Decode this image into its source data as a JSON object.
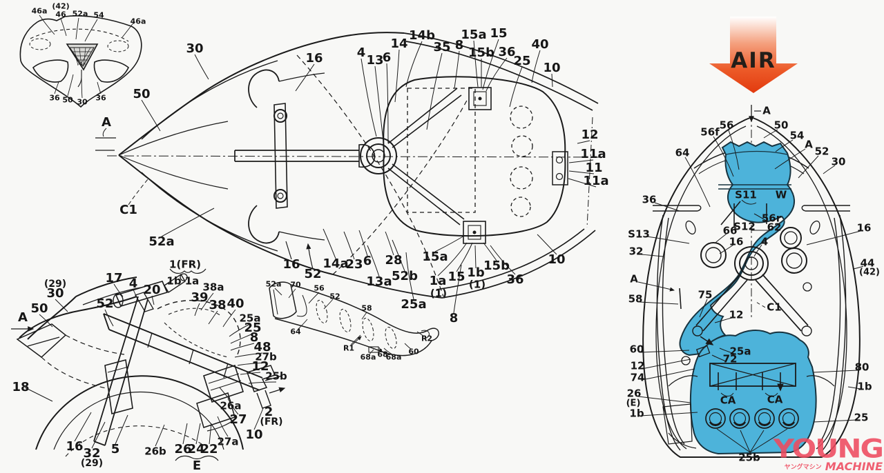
{
  "colors": {
    "highlight": "#4db3da",
    "highlight_edge": "#19242b",
    "line": "#1a1a1a",
    "air_gradient_top": "#ffffff",
    "air_gradient_mid": "#f07a4a",
    "air_gradient_bottom": "#e23a0e",
    "logo_red": "#ee4b5f"
  },
  "air_arrow": {
    "text": "AIR"
  },
  "logo": {
    "title": "YOUNG",
    "subtitle_jp": "ヤングマシン",
    "subtitle_en": "MACHINE"
  },
  "figures": [
    {
      "name": "front-fairing-detail",
      "font": 11,
      "labels": [
        [
          "46a",
          57,
          16
        ],
        [
          "(42)",
          88,
          9
        ],
        [
          "46",
          88,
          21
        ],
        [
          "52a",
          116,
          20
        ],
        [
          "54",
          143,
          22
        ],
        [
          "46a",
          200,
          31
        ],
        [
          "36",
          79,
          142
        ],
        [
          "50",
          98,
          145
        ],
        [
          "30",
          119,
          148
        ],
        [
          "36",
          146,
          142
        ]
      ]
    },
    {
      "name": "top-view",
      "font": 18,
      "labels": [
        [
          "30",
          282,
          71
        ],
        [
          "16",
          455,
          85
        ],
        [
          "4",
          523,
          77
        ],
        [
          "13",
          543,
          88
        ],
        [
          "6",
          560,
          84
        ],
        [
          "14",
          578,
          64
        ],
        [
          "14b",
          611,
          52
        ],
        [
          "35",
          640,
          69
        ],
        [
          "8",
          665,
          66
        ],
        [
          "15a",
          686,
          51
        ],
        [
          "15",
          722,
          49
        ],
        [
          "15b",
          697,
          77
        ],
        [
          "36",
          734,
          76
        ],
        [
          "25",
          756,
          89
        ],
        [
          "40",
          782,
          65
        ],
        [
          "10",
          799,
          99
        ],
        [
          "12",
          854,
          196
        ],
        [
          "11a",
          859,
          224
        ],
        [
          "11",
          860,
          244
        ],
        [
          "11a",
          863,
          263
        ],
        [
          "10",
          806,
          377
        ],
        [
          "50",
          205,
          137
        ],
        [
          "A",
          154,
          178
        ],
        [
          "C1",
          186,
          305
        ],
        [
          "52a",
          234,
          351
        ],
        [
          "16",
          422,
          384
        ],
        [
          "52",
          453,
          398
        ],
        [
          "14a",
          486,
          383
        ],
        [
          "23",
          513,
          384
        ],
        [
          "6",
          532,
          379
        ],
        [
          "28",
          570,
          378
        ],
        [
          "13a",
          549,
          409
        ],
        [
          "52b",
          586,
          401
        ],
        [
          "25a",
          599,
          442
        ],
        [
          "8",
          657,
          462
        ],
        [
          "15a",
          630,
          373
        ],
        [
          "1a",
          634,
          408
        ],
        [
          "(1)",
          635,
          426,
          15
        ],
        [
          "15",
          661,
          402
        ],
        [
          "1b",
          689,
          396
        ],
        [
          "(1)",
          691,
          413,
          15
        ],
        [
          "15b",
          719,
          386
        ],
        [
          "36",
          746,
          406
        ]
      ]
    },
    {
      "name": "side-view",
      "font": 18,
      "labels": [
        [
          "1(FR)",
          268,
          384,
          15
        ],
        [
          "1b",
          252,
          408,
          15
        ],
        [
          "1a",
          278,
          408,
          15
        ],
        [
          "(29)",
          80,
          412,
          14
        ],
        [
          "30",
          80,
          426
        ],
        [
          "50",
          57,
          448
        ],
        [
          "A",
          33,
          461
        ],
        [
          "17",
          165,
          404
        ],
        [
          "4",
          193,
          412
        ],
        [
          "20",
          220,
          421
        ],
        [
          "52",
          152,
          441
        ],
        [
          "38a",
          309,
          417,
          15
        ],
        [
          "39",
          289,
          432
        ],
        [
          "38",
          315,
          443
        ],
        [
          "40",
          341,
          441
        ],
        [
          "25a",
          362,
          462,
          15
        ],
        [
          "25",
          366,
          476
        ],
        [
          "8",
          368,
          490
        ],
        [
          "48",
          380,
          504
        ],
        [
          "27b",
          385,
          518,
          15
        ],
        [
          "12",
          377,
          532
        ],
        [
          "25b",
          400,
          546,
          15
        ],
        [
          "18",
          30,
          562
        ],
        [
          "16",
          108,
          648
        ],
        [
          "32",
          133,
          658
        ],
        [
          "(29)",
          133,
          672,
          14
        ],
        [
          "5",
          167,
          652
        ],
        [
          "26b",
          225,
          655,
          15
        ],
        [
          "26",
          265,
          652
        ],
        [
          "24",
          284,
          652
        ],
        [
          "22",
          303,
          652
        ],
        [
          "E",
          285,
          676
        ],
        [
          "27a",
          330,
          641,
          15
        ],
        [
          "27",
          345,
          609
        ],
        [
          "10",
          368,
          631
        ],
        [
          "26a",
          334,
          589,
          15
        ],
        [
          "2",
          389,
          598
        ],
        [
          "(FR)",
          393,
          612,
          14
        ]
      ]
    },
    {
      "name": "duct-part",
      "font": 11,
      "labels": [
        [
          "52a",
          396,
          412
        ],
        [
          "70",
          428,
          413
        ],
        [
          "56",
          462,
          418
        ],
        [
          "52",
          485,
          430
        ],
        [
          "58",
          531,
          447
        ],
        [
          "64",
          428,
          481
        ],
        [
          "R1",
          505,
          505
        ],
        [
          "R2",
          618,
          491
        ],
        [
          "68a",
          533,
          518
        ],
        [
          "68",
          554,
          514
        ],
        [
          "68a",
          570,
          518
        ],
        [
          "60",
          599,
          510
        ]
      ]
    },
    {
      "name": "cross-section",
      "font": 15,
      "labels": [
        [
          "A",
          1110,
          161
        ],
        [
          "56f",
          1028,
          192
        ],
        [
          "56",
          1052,
          182
        ],
        [
          "50",
          1131,
          182
        ],
        [
          "54",
          1154,
          197
        ],
        [
          "A",
          1171,
          210
        ],
        [
          "52",
          1190,
          220
        ],
        [
          "64",
          988,
          222
        ],
        [
          "30",
          1214,
          235
        ],
        [
          "36",
          940,
          290
        ],
        [
          "S11",
          1080,
          283
        ],
        [
          "W",
          1131,
          283
        ],
        [
          "56r",
          1117,
          317
        ],
        [
          "62",
          1121,
          330
        ],
        [
          "S13",
          925,
          340
        ],
        [
          "S12",
          1078,
          329
        ],
        [
          "66",
          1057,
          335
        ],
        [
          "16",
          1066,
          351
        ],
        [
          "4",
          1107,
          351
        ],
        [
          "32",
          921,
          365
        ],
        [
          "16",
          1251,
          331
        ],
        [
          "44",
          1256,
          382
        ],
        [
          "(42)",
          1259,
          395,
          13
        ],
        [
          "A",
          918,
          405
        ],
        [
          "58",
          920,
          434
        ],
        [
          "75",
          1021,
          428
        ],
        [
          "12",
          1066,
          457
        ],
        [
          "C1",
          1121,
          446
        ],
        [
          "60",
          922,
          507
        ],
        [
          "25a",
          1072,
          510
        ],
        [
          "72",
          1057,
          521
        ],
        [
          "12",
          923,
          531
        ],
        [
          "74",
          923,
          548
        ],
        [
          "80",
          1248,
          533
        ],
        [
          "1b",
          1252,
          561
        ],
        [
          "26",
          918,
          571
        ],
        [
          "(E)",
          917,
          585,
          13
        ],
        [
          "1b",
          922,
          600
        ],
        [
          "CA",
          1054,
          581
        ],
        [
          "CA",
          1122,
          580
        ],
        [
          "25",
          1247,
          606
        ],
        [
          "25b",
          1085,
          664
        ]
      ]
    }
  ]
}
